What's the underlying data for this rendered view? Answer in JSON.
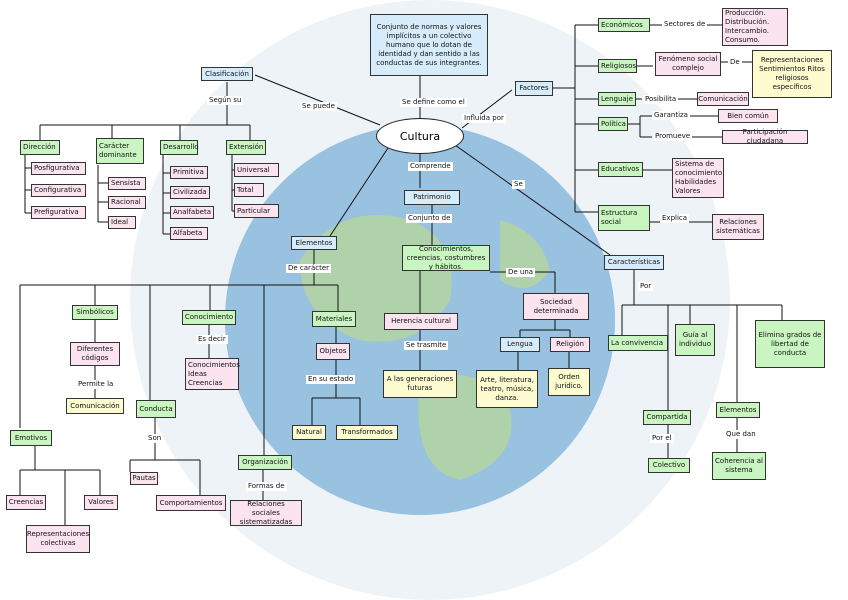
{
  "colors": {
    "green": "#c9f5c0",
    "pink": "#fbe4ef",
    "blue": "#d7ecfa",
    "yellow": "#fdfbd0",
    "globe": "#4a90c8",
    "land": "#8cc06a"
  },
  "center": "Cultura",
  "definition": "Conjunto de normas y valores implícitos a un colectivo humano que lo dotan de identidad y dan sentido  a las conductas de sus integrantes.",
  "labels": {
    "se_puede": "Se puede",
    "se_define": "Se define como el",
    "influida": "Influida por",
    "comprende": "Comprende",
    "se": "Se",
    "segun_su": "Según su",
    "conjunto_de": "Conjunto de",
    "de_una": "De una",
    "de_caracter": "De carácter",
    "por": "Por",
    "sectores_de": "Sectores de",
    "de": "De",
    "posibilita": "Posibilita",
    "garantiza": "Garantiza",
    "promueve": "Promueve",
    "explica": "Explica",
    "es_decir": "Es decir",
    "en_su_estado": "En su estado",
    "se_trasmite": "Se trasmite",
    "permite_la": "Permite la",
    "son": "Son",
    "formas_de": "Formas de",
    "por_el": "Por el",
    "que_dan": "Que dan"
  },
  "nodes": {
    "clasificacion": "Clasificación",
    "direccion": "Dirección",
    "posfigurativa": "Posfigurativa",
    "configurativa": "Configurativa",
    "prefigurativa": "Prefigurativa",
    "caracter": "Carácter dominante",
    "sensista": "Sensista",
    "racional": "Racional",
    "ideal": "Ideal",
    "desarrollo": "Desarrollo",
    "primitiva": "Primitiva",
    "civilizada": "Civilizada",
    "analfabeta": "Analfabeta",
    "alfabeta": "Alfabeta",
    "extension": "Extensión",
    "universal": "Universal",
    "total": "Total",
    "particular": "Particular",
    "factores": "Factores",
    "economicos": "Económicos",
    "prod": "Producción. Distribución. Intercambio. Consumo.",
    "religiosos": "Religiosos",
    "fenomeno": "Fenómeno social complejo",
    "repres": "Representaciones Sentimientos Ritos religiosos específicos",
    "lenguaje": "Lenguaje",
    "comunicacion1": "Comunicación",
    "politica": "Política",
    "bien_comun": "Bien común",
    "participacion": "Participación ciudadana",
    "educativos": "Educativos",
    "sistema_con": "Sistema de conocimiento Habilidades Valores",
    "estructura": "Estructura social",
    "relaciones1": "Relaciones sistemáticas",
    "patrimonio": "Patrimonio",
    "conocimientos": "Conocimientos, creencias, costumbres y hábitos.",
    "herencia": "Herencia cultural",
    "generaciones": "A las generaciones futuras",
    "sociedad": "Sociedad determinada",
    "lengua": "Lengua",
    "religion": "Religión",
    "arte": "Arte, literatura, teatro, música, danza.",
    "orden": "Orden jurídico.",
    "caracteristicas": "Características",
    "convivencia": "La convivencia",
    "guia": "Guía al individuo",
    "elimina": "Elimina grados de libertad de conducta",
    "compartida": "Compartida",
    "colectivo": "Colectivo",
    "elementos2": "Elementos",
    "coherencia": "Coherencia al sistema",
    "elementos": "Elementos",
    "simbolicos": "Simbólicos",
    "dif_codigos": "Diferentes códigos",
    "comunicacion2": "Comunicación",
    "conocimiento": "Conocimiento",
    "con_ideas": "Conocimientos Ideas Creencias",
    "materiales": "Materiales",
    "objetos": "Objetos",
    "natural": "Natural",
    "transformados": "Transformados",
    "conducta": "Conducta",
    "pautas": "Pautas",
    "comportamientos": "Comportamientos",
    "organizacion": "Organización",
    "rel_sociales": "Relaciones sociales sistematizadas",
    "emotivos": "Emotivos",
    "creencias": "Creencias",
    "valores": "Valores",
    "repr_colectivas": "Representaciones colectivas"
  }
}
